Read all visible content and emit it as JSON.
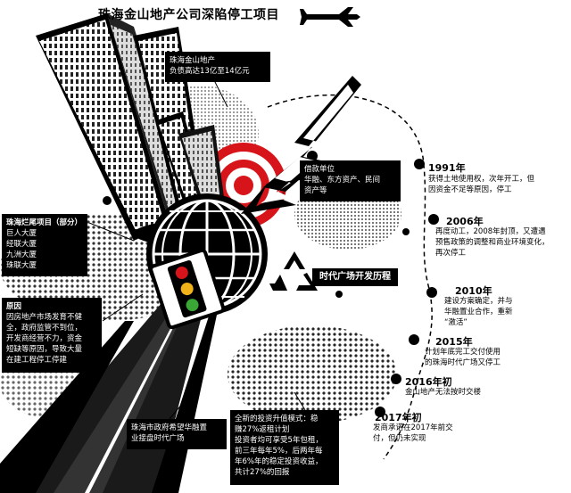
{
  "title": "珠海金山地产公司深陷停工项目",
  "debt_box": {
    "lines": [
      "珠海金山地产",
      "负债高达13亿至14亿元"
    ]
  },
  "lenders_box": {
    "lines": [
      "借款单位",
      "华融、东方资产、民间",
      "资产等"
    ]
  },
  "stalled_box": {
    "heading": "珠海烂尾项目（部分）",
    "lines": [
      "巨人大厦",
      "经联大厦",
      "九洲大厦",
      "珠联大厦"
    ]
  },
  "causes_box": {
    "heading": "原因",
    "lines": [
      "因房地产市场发育不健",
      "全，政府监管不到位，",
      "开发商经营不力，资金",
      "短缺等原因，导致大量",
      "在建工程停工停建"
    ]
  },
  "government_box": {
    "lines": [
      "珠海市政府希望华融置",
      "业接盘时代广场"
    ]
  },
  "investment_box": {
    "lines": [
      "全新的投资升值模式：稳",
      "赚27%返租计划",
      "投资者均可享受5年包租，",
      "前三年每年5%，后两年每",
      "年6%年的稳定投资收益，",
      "共计27%的回报"
    ]
  },
  "center_label": "时代广场开发历程",
  "timeline": [
    {
      "year": "1991年",
      "lines": [
        "获得土地使用权，次年开工，但",
        "因资金不足等原因，停工"
      ]
    },
    {
      "year": "2006年",
      "lines": [
        "再度动工，2008年封顶，又遭遇",
        "预售政策的调整和商业环境变化，",
        "再次停工"
      ]
    },
    {
      "year": "2010年",
      "lines": [
        "建设方案确定，并与",
        "华融置业合作，重新",
        "“激活”"
      ]
    },
    {
      "year": "2015年",
      "lines": [
        "计划年底完工交付使用",
        "的珠海时代广场又停工"
      ]
    },
    {
      "year": "2016年初",
      "lines": [
        "金山地产无法按时交楼"
      ]
    },
    {
      "year": "2017年初",
      "lines": [
        "发商承诺在2017年前交",
        "付，但仍未实现"
      ]
    }
  ],
  "colors": {
    "accent_red": "#d7141a",
    "black": "#000000",
    "white": "#ffffff",
    "road_grey": "#333333"
  },
  "icons": [
    "airplane-icon",
    "recycle-icon",
    "traffic-light-icon",
    "lightning-arrow-icon",
    "globe-icon",
    "target-icon"
  ]
}
